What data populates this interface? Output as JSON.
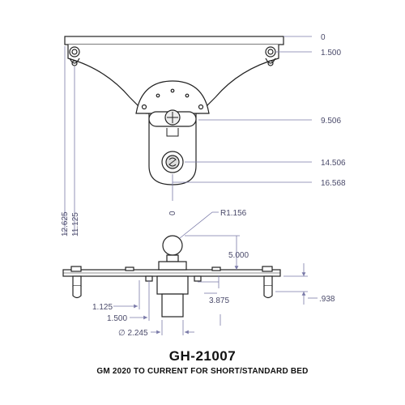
{
  "part_number": "GH-21007",
  "description": "GM 2020 TO CURRENT FOR SHORT/STANDARD BED",
  "top_view": {
    "dim_0": "0",
    "dim_1500": "1.500",
    "dim_9506": "9.506",
    "dim_14506": "14.506",
    "dim_16568": "16.568",
    "dim_center_0": "0",
    "dim_12625": "12.625",
    "dim_11125": "11.125"
  },
  "side_view": {
    "radius": "R1.156",
    "dim_5000": "5.000",
    "dim_938": ".938",
    "dim_1125": "1.125",
    "dim_1500": "1.500",
    "dim_3875": "3.875",
    "dim_diameter": "∅ 2.245"
  },
  "colors": {
    "line": "#222222",
    "dimension": "#7a7aa8",
    "text": "#4a4a6a"
  }
}
